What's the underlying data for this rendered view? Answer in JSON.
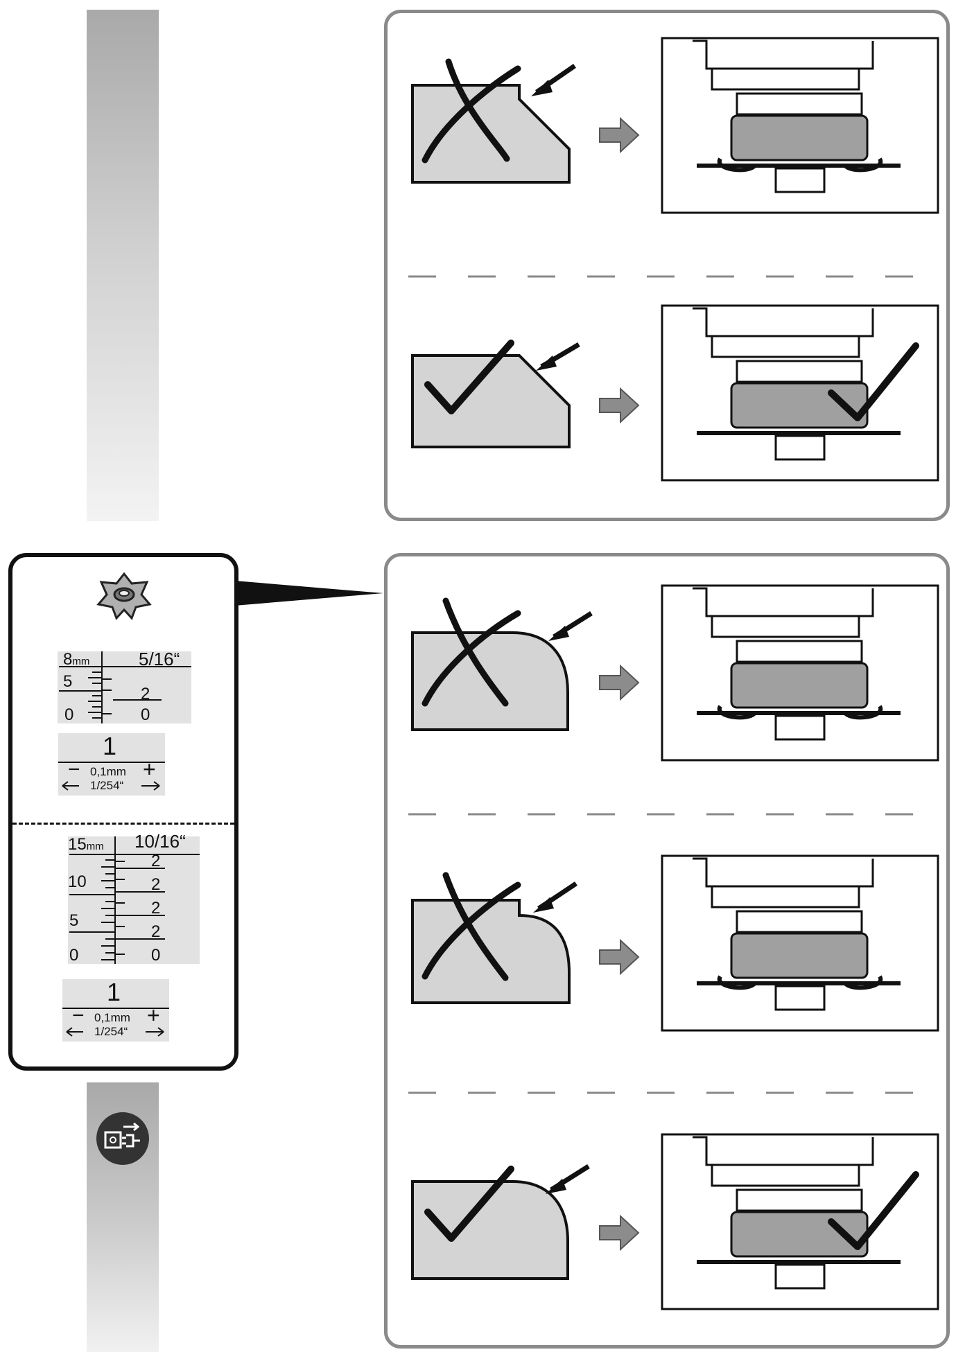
{
  "scale_8": {
    "top_left": "8",
    "top_left_unit": "mm",
    "top_right": "5/16“",
    "left_ticks": [
      "5",
      "0"
    ],
    "right_ticks": [
      "2",
      "0"
    ]
  },
  "dial_8": {
    "value": "1",
    "minus": "−",
    "plus": "+",
    "step_mm": "0,1mm",
    "step_in": "1/254“"
  },
  "scale_15": {
    "top_left": "15",
    "top_left_unit": "mm",
    "top_right": "10/16“",
    "left_ticks": [
      "10",
      "5",
      "0"
    ],
    "right_ticks": [
      "2",
      "2",
      "2",
      "2",
      "0"
    ]
  },
  "dial_15": {
    "value": "1",
    "minus": "−",
    "plus": "+",
    "step_mm": "0,1mm",
    "step_in": "1/254“"
  },
  "icons": {
    "knob": "star-knob-icon",
    "unplug": "unplug-power-icon",
    "wrong": "cross-mark-icon",
    "right": "check-mark-icon",
    "arrow": "right-arrow-icon"
  },
  "colors": {
    "panel_border": "#8a8a8a",
    "workpiece": "#d4d4d4",
    "collar": "#a0a0a0",
    "arrow": "#8c8c8c"
  }
}
